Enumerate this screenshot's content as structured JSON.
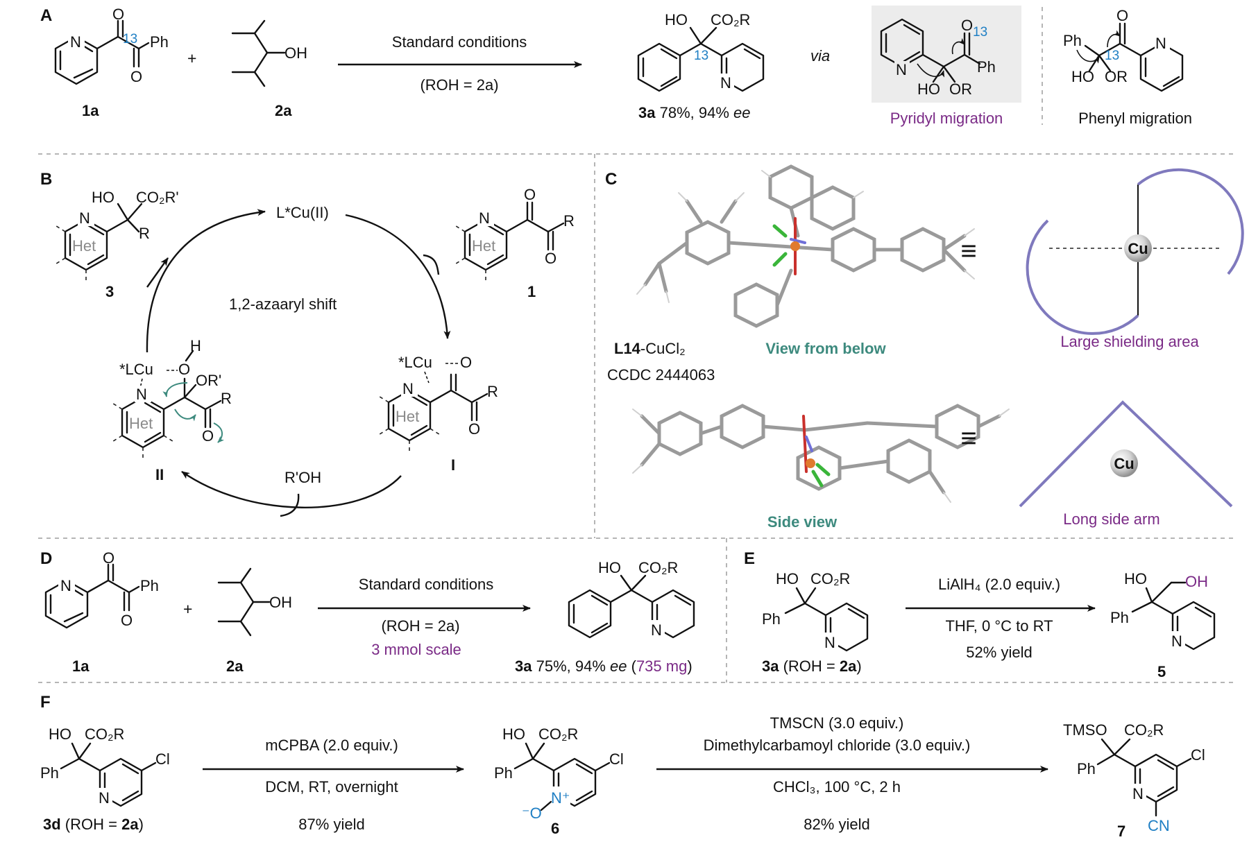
{
  "panels": {
    "A": "A",
    "B": "B",
    "C": "C",
    "D": "D",
    "E": "E",
    "F": "F"
  },
  "atoms": {
    "N": "N",
    "O": "O",
    "OH": "OH",
    "HO": "HO",
    "Ph": "Ph",
    "R": "R",
    "OR": "OR",
    "ORp": "OR'",
    "CO2R": "CO₂R",
    "CO2Rp": "CO₂R'",
    "Het": "Het",
    "Cl": "Cl",
    "CN": "CN",
    "TMSO": "TMSO",
    "Nplus": "N⁺",
    "Ominus": "⁻O",
    "label13": "13",
    "plus": "+",
    "Cu": "Cu",
    "LCu": "*LCu",
    "LCu_II": "*LCu"
  },
  "panel_a": {
    "sm1": "1a",
    "sm2": "2a",
    "arrow_top": "Standard conditions",
    "arrow_bottom": "(ROH = 2a)",
    "product_label": "3a",
    "product_text": " 78%, 94% ",
    "ee": "ee",
    "via": "via",
    "pyridyl_caption": "Pyridyl migration",
    "phenyl_caption": "Phenyl migration"
  },
  "panel_b": {
    "catalyst": "L*Cu(II)",
    "shift": "1,2-azaaryl shift",
    "alcohol": "R'OH",
    "cmp3": "3",
    "cmp1": "1",
    "cmpI": "I",
    "cmpII": "II"
  },
  "panel_c": {
    "ligand": "L14",
    "ligand_suffix": "-CuCl₂",
    "ccdc": "CCDC 2444063",
    "view_below": "View from below",
    "side_view": "Side view",
    "large_area": "Large shielding area",
    "long_arm": "Long side arm",
    "equiv_symbol": "≡"
  },
  "panel_d": {
    "sm1": "1a",
    "sm2": "2a",
    "arrow_top": "Standard conditions",
    "arrow_bottom": "(ROH = 2a)",
    "scale": "3 mmol scale",
    "product_label": "3a",
    "product_text": " 75%, 94% ",
    "ee": "ee",
    "mass": "735 mg"
  },
  "panel_e": {
    "sm_label": "3a",
    "sm_text": " (ROH = ",
    "sm_bold": "2a",
    "close": ")",
    "reagent": "LiAlH₄ (2.0 equiv.)",
    "conditions": "THF, 0 °C to RT",
    "yield": "52% yield",
    "product": "5"
  },
  "panel_f": {
    "sm_label": "3d",
    "sm_text": " (ROH = ",
    "sm_bold": "2a",
    "close": ")",
    "step1_reagent": "mCPBA (2.0 equiv.)",
    "step1_conditions": "DCM, RT, overnight",
    "step1_yield": "87% yield",
    "int_label": "6",
    "step2_reagent1": "TMSCN (3.0 equiv.)",
    "step2_reagent2": "Dimethylcarbamoyl chloride (3.0 equiv.)",
    "step2_conditions": "CHCl₃, 100 °C, 2 h",
    "step2_yield": "82% yield",
    "product": "7"
  },
  "colors": {
    "label13": "#1f7fc4",
    "purple": "#7a2a86",
    "teal": "#3d8a7e",
    "shield": "#7f79bd",
    "separator": "#b5b5b5"
  }
}
